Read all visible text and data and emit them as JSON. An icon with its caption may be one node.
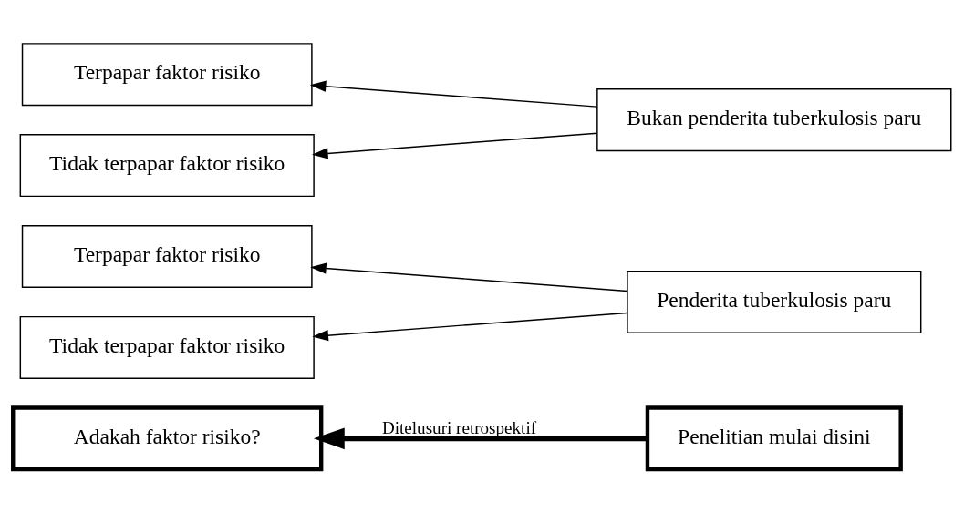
{
  "diagram": {
    "nodes": [
      {
        "text": [
          "Adakah faktor risiko?"
        ]
      },
      {
        "text": [
          "Penelitian mulai disini"
        ]
      },
      {
        "text": [
          "Terpapar faktor risiko"
        ]
      },
      {
        "text": [
          "Tidak terpapar faktor risiko"
        ]
      },
      {
        "text": [
          "Penderita tuberkulosis paru"
        ]
      },
      {
        "text": [
          "Terpapar faktor risiko"
        ]
      },
      {
        "text": [
          "Tidak terpapar faktor risiko"
        ]
      },
      {
        "text": [
          "Bukan penderita tuberkulosis paru"
        ]
      }
    ],
    "edges": [
      {
        "from": 1,
        "to": 0,
        "arrow": "to",
        "label": "Ditelusuri retrospektif",
        "style": "thick"
      },
      {
        "from": 4,
        "to": 2,
        "arrow": "to"
      },
      {
        "from": 4,
        "to": 3,
        "arrow": "to"
      },
      {
        "from": 7,
        "to": 5,
        "arrow": "to"
      },
      {
        "from": 7,
        "to": 6,
        "arrow": "to"
      }
    ]
  }
}
